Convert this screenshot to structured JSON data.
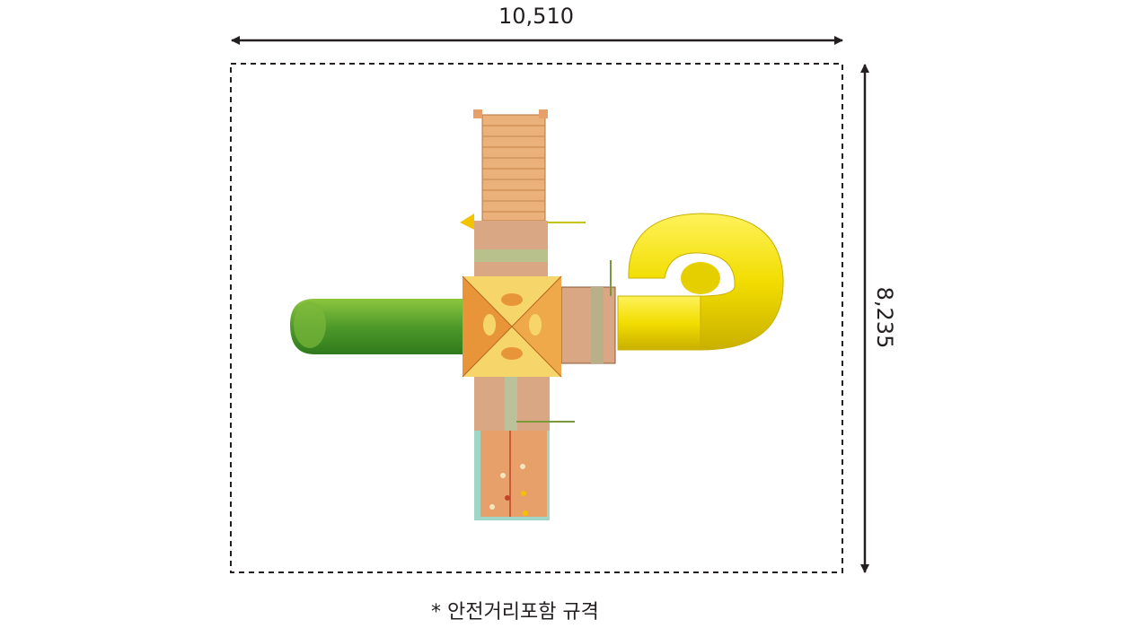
{
  "dimensions": {
    "width_label": "10,510",
    "height_label": "8,235"
  },
  "note": "* 안전거리포함 규격",
  "colors": {
    "line": "#231f20",
    "wood": "#e8a86a",
    "green_slide": "#5a9e2f",
    "yellow_slide": "#f2df10",
    "roof_orange": "#e8953a",
    "roof_yellow": "#f6d66a"
  }
}
